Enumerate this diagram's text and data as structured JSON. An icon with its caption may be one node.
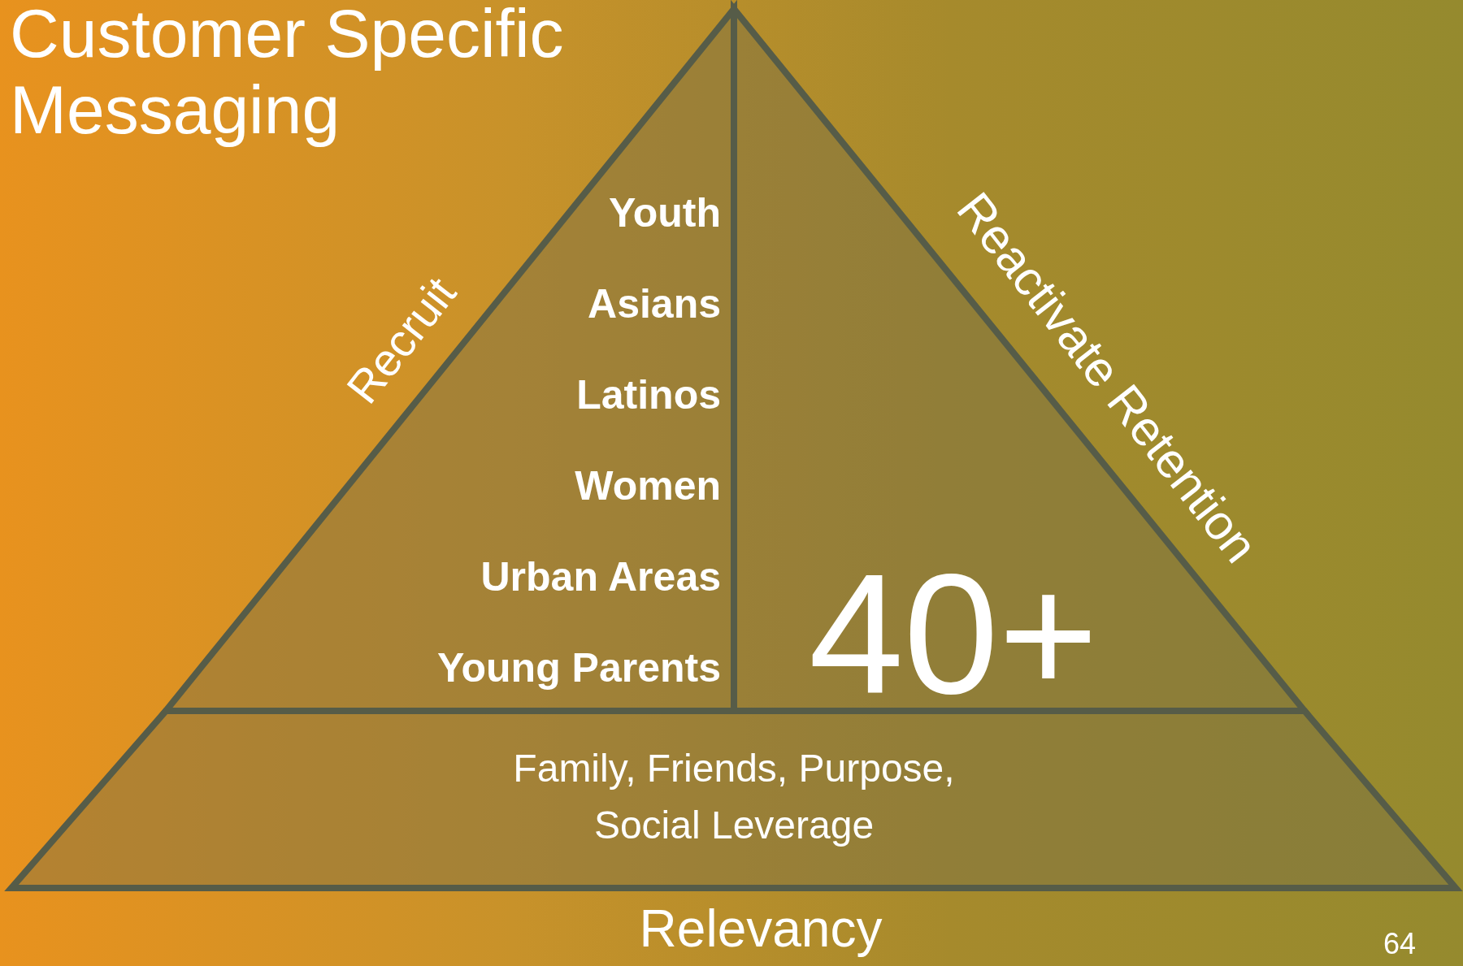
{
  "diagram": {
    "title": "Customer Specific Messaging",
    "nodes": [
      {
        "text": [
          "Youth",
          "Asians",
          "Latinos",
          "Women",
          "Urban Areas",
          "Young Parents"
        ],
        "beside": [
          "Recruit"
        ]
      },
      {
        "text": [
          "40+"
        ],
        "beside": [
          "Reactivate Retention"
        ]
      },
      {
        "text": [
          "Family, Friends, Purpose, Social Leverage"
        ],
        "beside": [
          "Relevancy"
        ]
      }
    ],
    "labels": [
      "64"
    ]
  }
}
